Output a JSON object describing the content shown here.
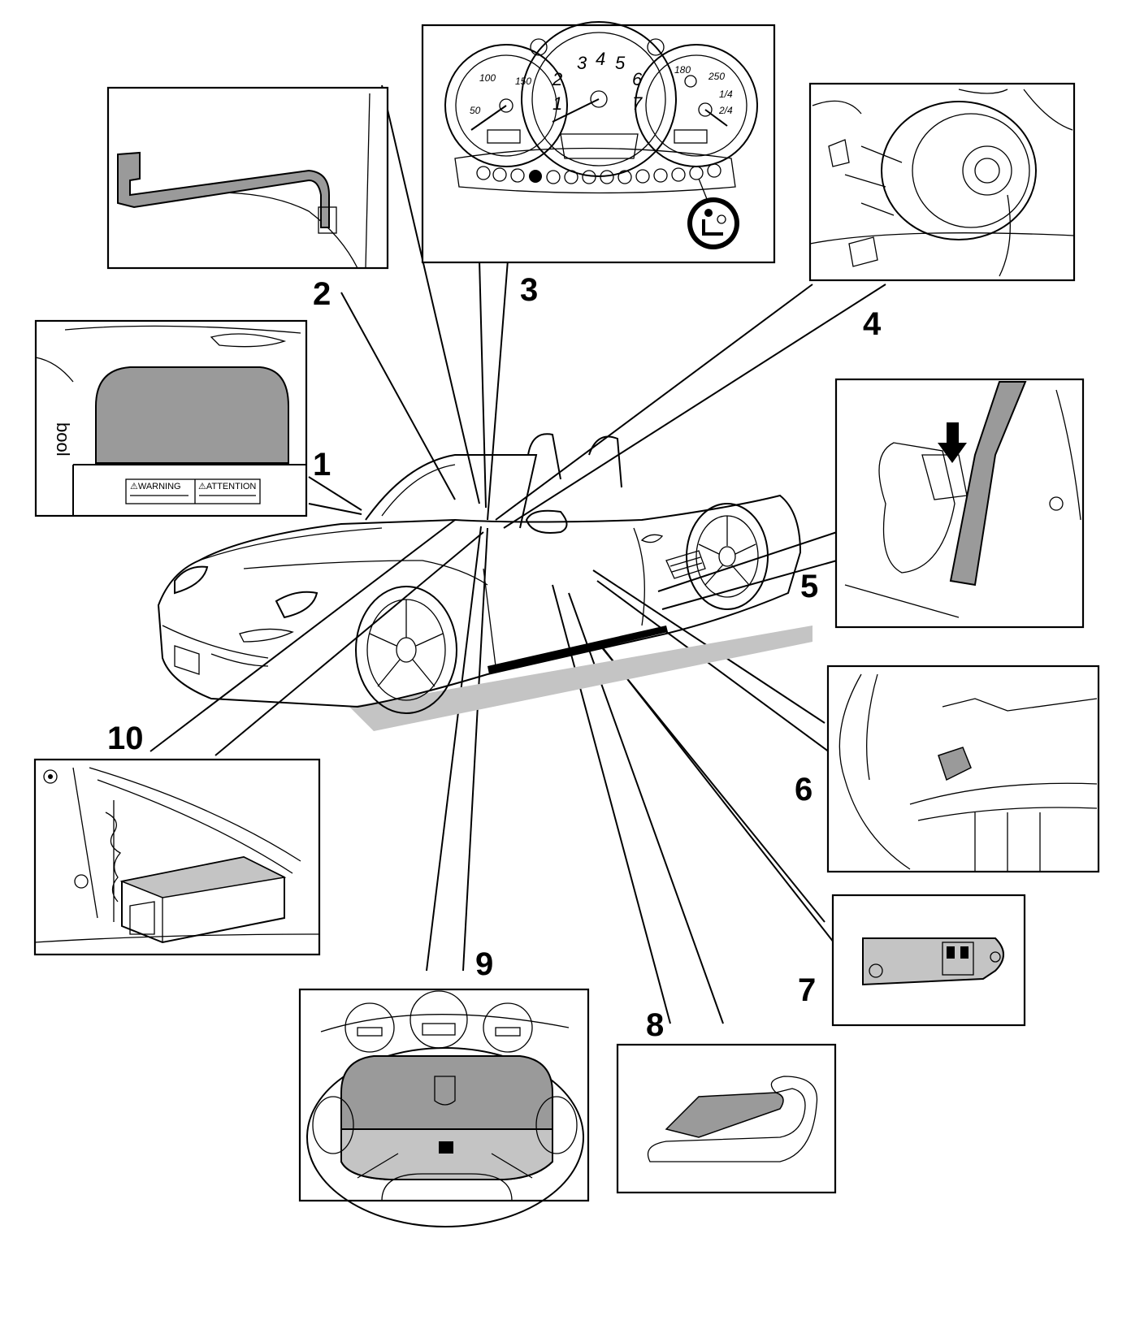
{
  "callouts": [
    {
      "id": "1",
      "label": "1"
    },
    {
      "id": "2",
      "label": "2"
    },
    {
      "id": "3",
      "label": "3"
    },
    {
      "id": "4",
      "label": "4"
    },
    {
      "id": "5",
      "label": "5"
    },
    {
      "id": "6",
      "label": "6"
    },
    {
      "id": "7",
      "label": "7"
    },
    {
      "id": "8",
      "label": "8"
    },
    {
      "id": "9",
      "label": "9"
    },
    {
      "id": "10",
      "label": "10"
    }
  ],
  "panel1": {
    "warning_label": "⚠WARNING",
    "attention_label": "⚠ATTENTION",
    "edge_text": "bool"
  },
  "panel3": {
    "speedo_ticks": [
      "50",
      "100",
      "150"
    ],
    "tacho_gears": [
      "1",
      "2",
      "3",
      "4",
      "5",
      "6",
      "7"
    ],
    "gauge_ticks": [
      "180",
      "250",
      "1/4",
      "2/4"
    ]
  }
}
